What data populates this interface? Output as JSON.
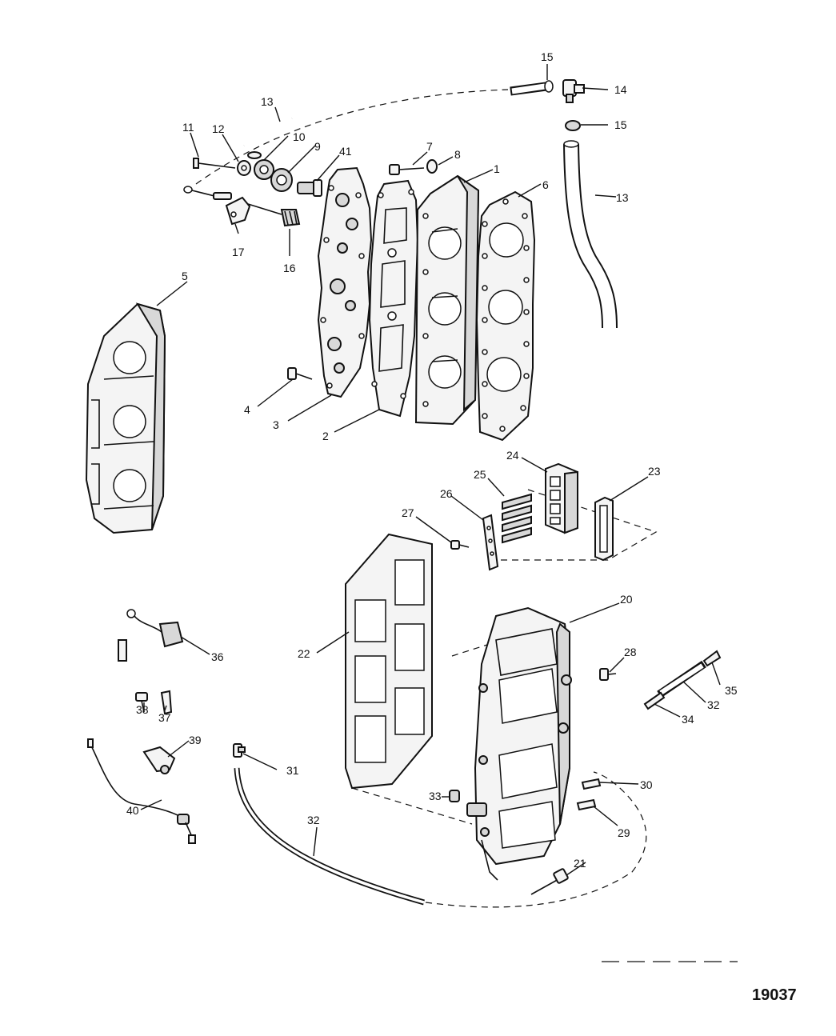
{
  "figure_number": "19037",
  "callouts": [
    "1",
    "2",
    "3",
    "4",
    "5",
    "6",
    "7",
    "8",
    "9",
    "10",
    "11",
    "12",
    "13",
    "13",
    "14",
    "15",
    "15",
    "16",
    "17",
    "20",
    "21",
    "22",
    "23",
    "24",
    "25",
    "26",
    "27",
    "28",
    "29",
    "30",
    "31",
    "32",
    "32",
    "33",
    "34",
    "35",
    "36",
    "37",
    "38",
    "39",
    "40",
    "41"
  ],
  "colors": {
    "ink": "#111111",
    "paper": "#ffffff"
  }
}
